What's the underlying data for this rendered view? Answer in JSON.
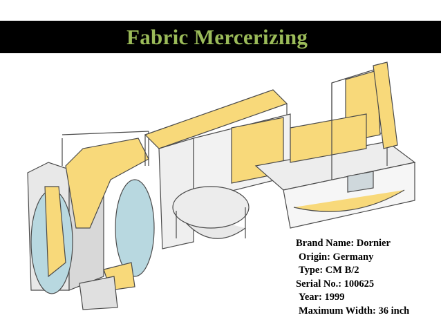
{
  "slide": {
    "title": "Fabric Mercerizing",
    "accent_color": "#9bbb59",
    "title_bar_color": "#000000"
  },
  "illustration": {
    "icon": "mercerizing-machine-drawing",
    "fabric_color": "#f8d97a"
  },
  "specs": {
    "brand": "Brand Name: Dornier",
    "origin": "Origin: Germany",
    "type": "Type: CM B/2",
    "serial": "Serial No.: 100625",
    "year": "Year: 1999",
    "max_width": "Maximum Width: 36 inch"
  }
}
